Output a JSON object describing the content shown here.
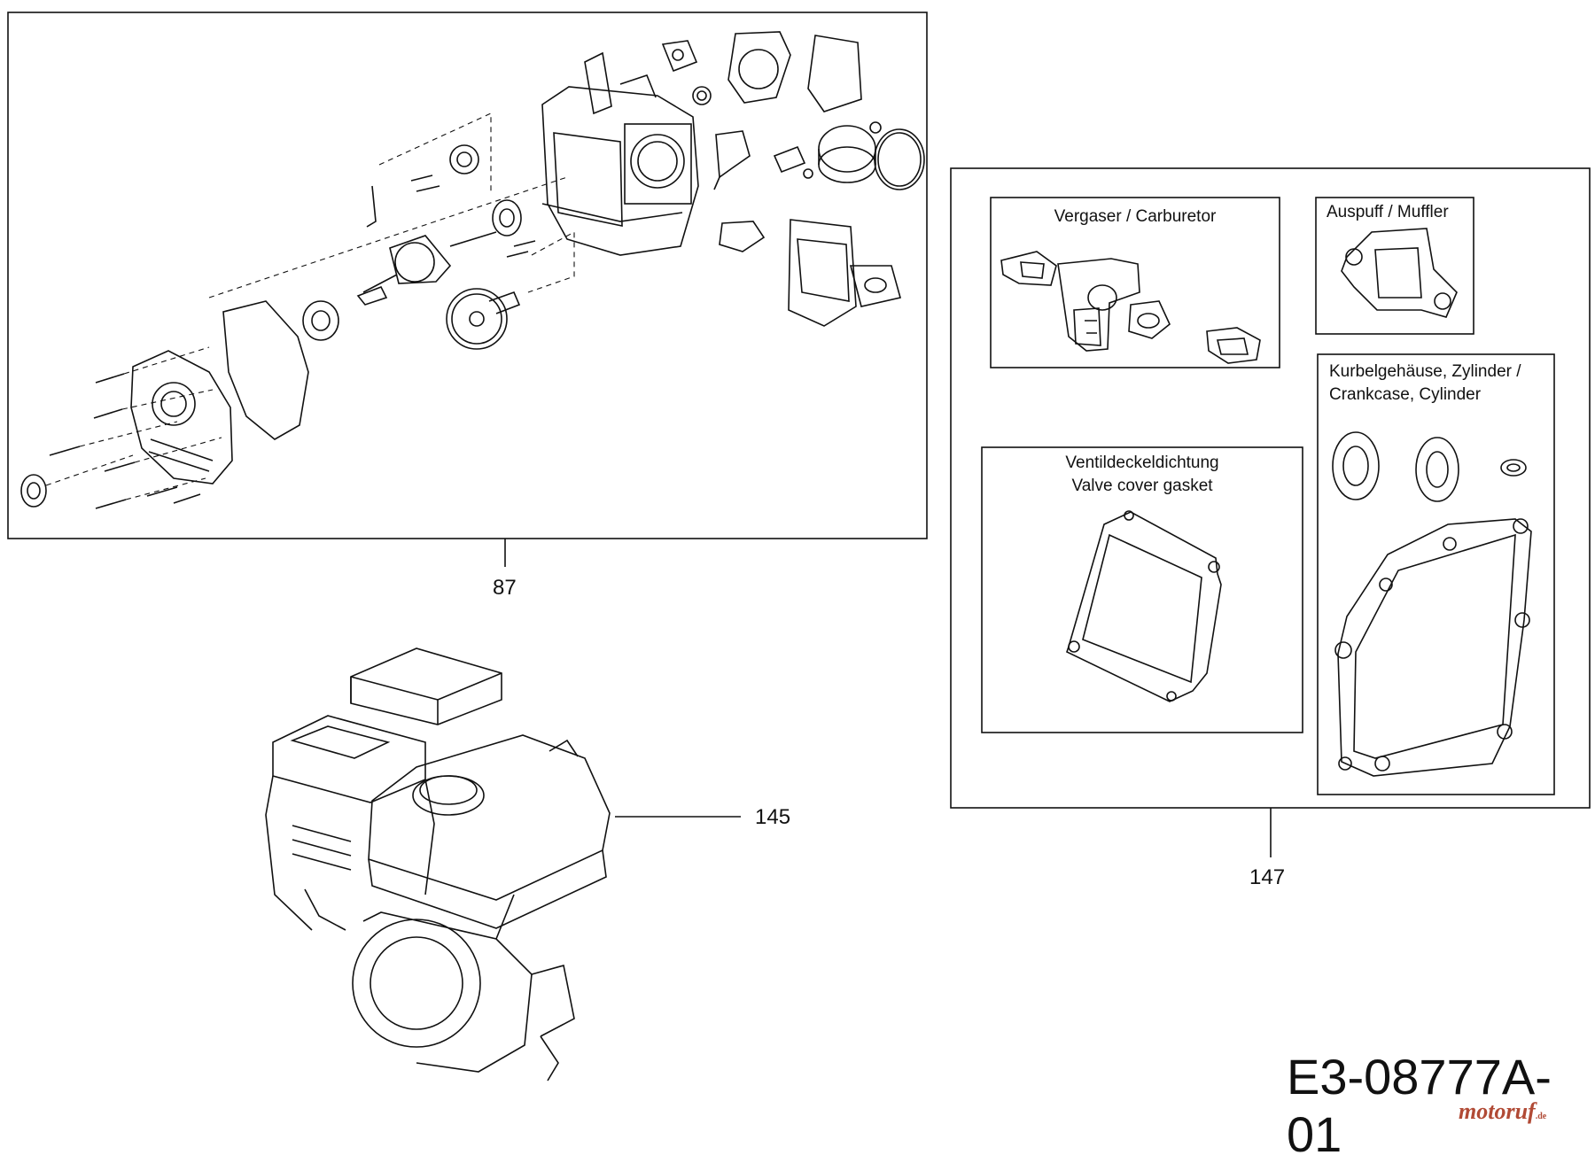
{
  "diagram": {
    "items": {
      "p87": "87",
      "p145": "145",
      "p147": "147"
    },
    "kits": {
      "carburetor": "Vergaser / Carburetor",
      "muffler": "Auspuff / Muffler",
      "valve_cover_line1": "Ventildeckeldichtung",
      "valve_cover_line2": "Valve cover gasket",
      "crankcase_line1": "Kurbelgehäuse, Zylinder /",
      "crankcase_line2": "Crankcase, Cylinder"
    },
    "drawing_code": "E3-08777A-01",
    "watermark": "motoruf",
    "watermark_suffix": ".de"
  }
}
